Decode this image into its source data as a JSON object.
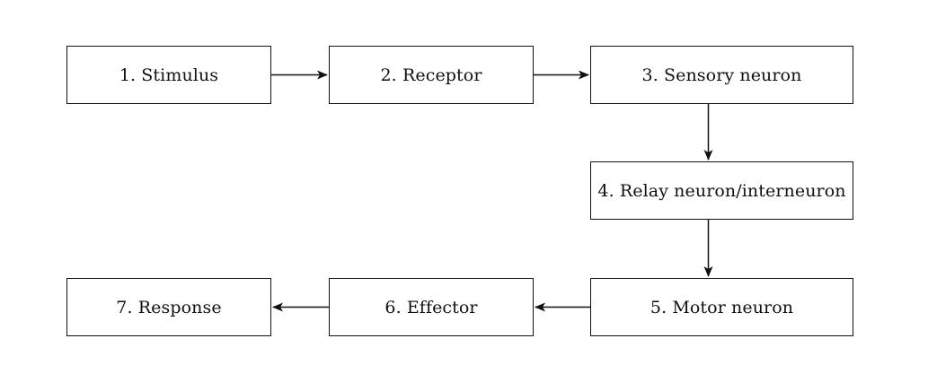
{
  "diagram": {
    "nodes": [
      {
        "id": "stimulus",
        "label": "1. Stimulus"
      },
      {
        "id": "receptor",
        "label": "2. Receptor"
      },
      {
        "id": "sensory-neuron",
        "label": "3. Sensory neuron"
      },
      {
        "id": "relay-neuron",
        "label": "4. Relay neuron/interneuron"
      },
      {
        "id": "motor-neuron",
        "label": "5. Motor neuron"
      },
      {
        "id": "effector",
        "label": "6. Effector"
      },
      {
        "id": "response",
        "label": "7. Response"
      }
    ],
    "edges": [
      {
        "from": "stimulus",
        "to": "receptor"
      },
      {
        "from": "receptor",
        "to": "sensory-neuron"
      },
      {
        "from": "sensory-neuron",
        "to": "relay-neuron"
      },
      {
        "from": "relay-neuron",
        "to": "motor-neuron"
      },
      {
        "from": "motor-neuron",
        "to": "effector"
      },
      {
        "from": "effector",
        "to": "response"
      }
    ]
  }
}
